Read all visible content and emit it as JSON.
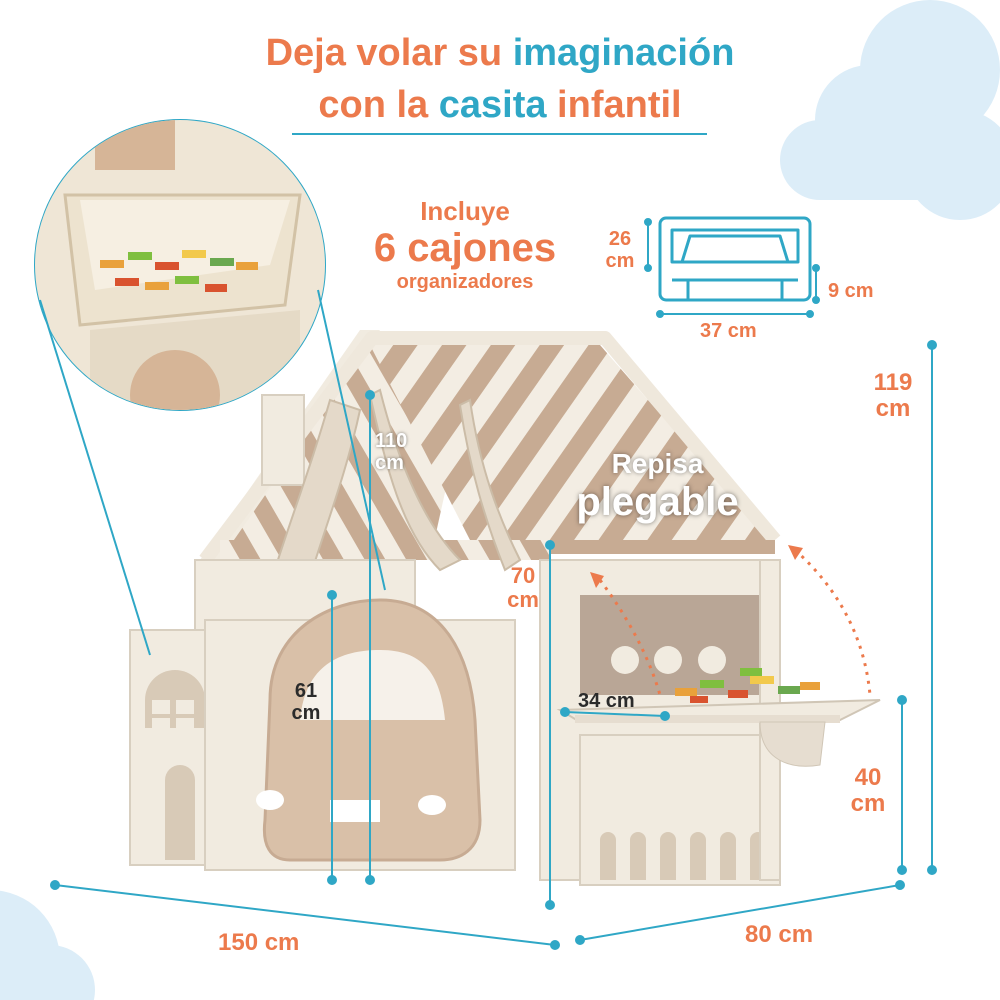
{
  "headline": {
    "line1_a": "Deja volar su ",
    "line1_b": "imaginación",
    "line2_a": "con la ",
    "line2_b": "casita",
    "line2_c": " infantil"
  },
  "drawers": {
    "line1": "Incluye",
    "line2": "6 cajones",
    "line3": "organizadores",
    "dim_height_num": "26",
    "dim_height_unit": "cm",
    "dim_depth": "9 cm",
    "dim_width": "37 cm"
  },
  "shelf": {
    "line1": "Repisa",
    "line2": "plegable",
    "dim_depth": "34 cm",
    "dim_height_num": "40",
    "dim_height_unit": "cm"
  },
  "house": {
    "total_height_num": "119",
    "total_height_unit": "cm",
    "inner_height_num": "110",
    "inner_height_unit": "cm",
    "window_height_num": "70",
    "window_height_unit": "cm",
    "door_height_num": "61",
    "door_height_unit": "cm",
    "length": "150 cm",
    "width": "80 cm"
  },
  "colors": {
    "orange": "#ec7a4c",
    "teal": "#2fa7c6",
    "panel": "#f1ebe0",
    "tan": "#c8ad95",
    "cloud": "#d9ecf8"
  }
}
